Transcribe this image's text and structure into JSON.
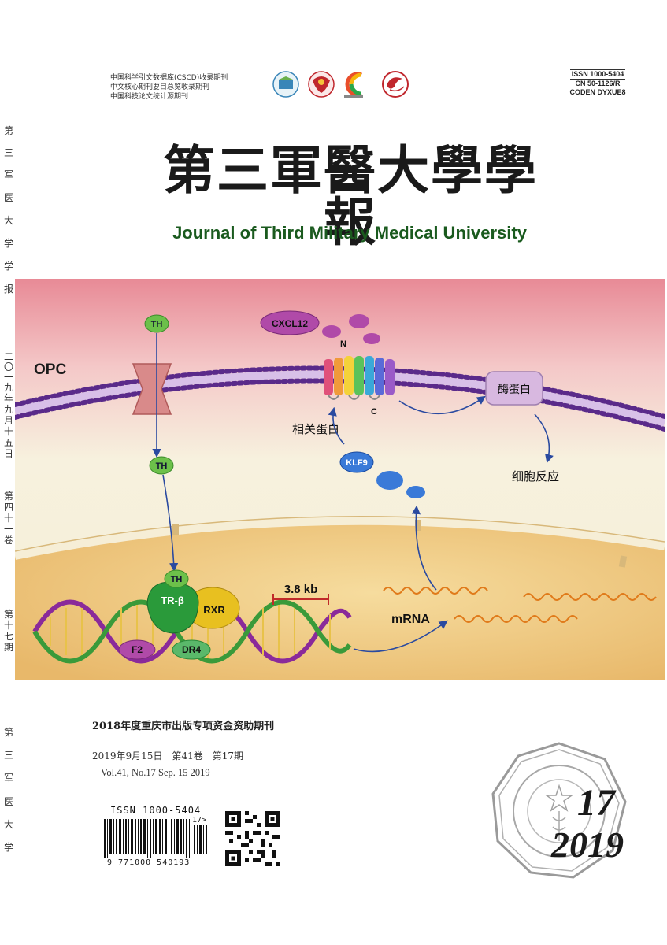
{
  "spine": {
    "top_chars": [
      "第",
      "三",
      "军",
      "医",
      "大",
      "学",
      "学",
      "报"
    ],
    "date_chars": [
      "二",
      "〇",
      "一",
      "九",
      "年",
      "九",
      "月",
      "十",
      "五",
      "日"
    ],
    "vol_chars": [
      "第",
      "四",
      "十",
      "一",
      "卷"
    ],
    "issue_chars": [
      "第",
      "十",
      "七",
      "期"
    ],
    "bottom_chars": [
      "第",
      "三",
      "军",
      "医",
      "大",
      "学"
    ]
  },
  "header": {
    "index_lines": [
      "中国科学引文数据库(CSCD)收录期刊",
      "中文核心期刊要目总览收录期刊",
      "中国科技论文统计源期刊"
    ],
    "issn": "ISSN 1000-5404",
    "cn": "CN 50-1126/R",
    "coden": "CODEN DYXUE8"
  },
  "title_cn": "第三軍醫大學學報",
  "title_en": "Journal of Third Military Medical University",
  "figure": {
    "labels": {
      "opc": "OPC",
      "th_outer": "TH",
      "th_inner": "TH",
      "th_nucleus": "TH",
      "cxcl12": "CXCL12",
      "n_term": "N",
      "c_term": "C",
      "enzyme": "酶蛋白",
      "related_protein": "相关蛋白",
      "cell_response": "细胞反应",
      "klf9": "KLF9",
      "tr_beta": "TR-β",
      "rxr": "RXR",
      "f2": "F2",
      "dr4": "DR4",
      "kb": "3.8 kb",
      "mrna": "mRNA"
    },
    "colors": {
      "membrane": "#5a2a8a",
      "arrow": "#2a4aa0",
      "th_green": "#6cc04a",
      "dna_purple": "#8a2a9a",
      "dna_green": "#3a9a3a"
    }
  },
  "footer": {
    "funding": "2018年度重庆市出版专项资金资助期刊",
    "date_cn": "2019年9月15日　第41卷　第17期",
    "vol_en": "Vol.41, No.17  Sep. 15  2019",
    "barcode_issn": "ISSN 1000-5404",
    "barcode_number": "9 771000 540193",
    "barcode_addon": "17>",
    "issue_number": "17",
    "issue_year": "2019"
  }
}
